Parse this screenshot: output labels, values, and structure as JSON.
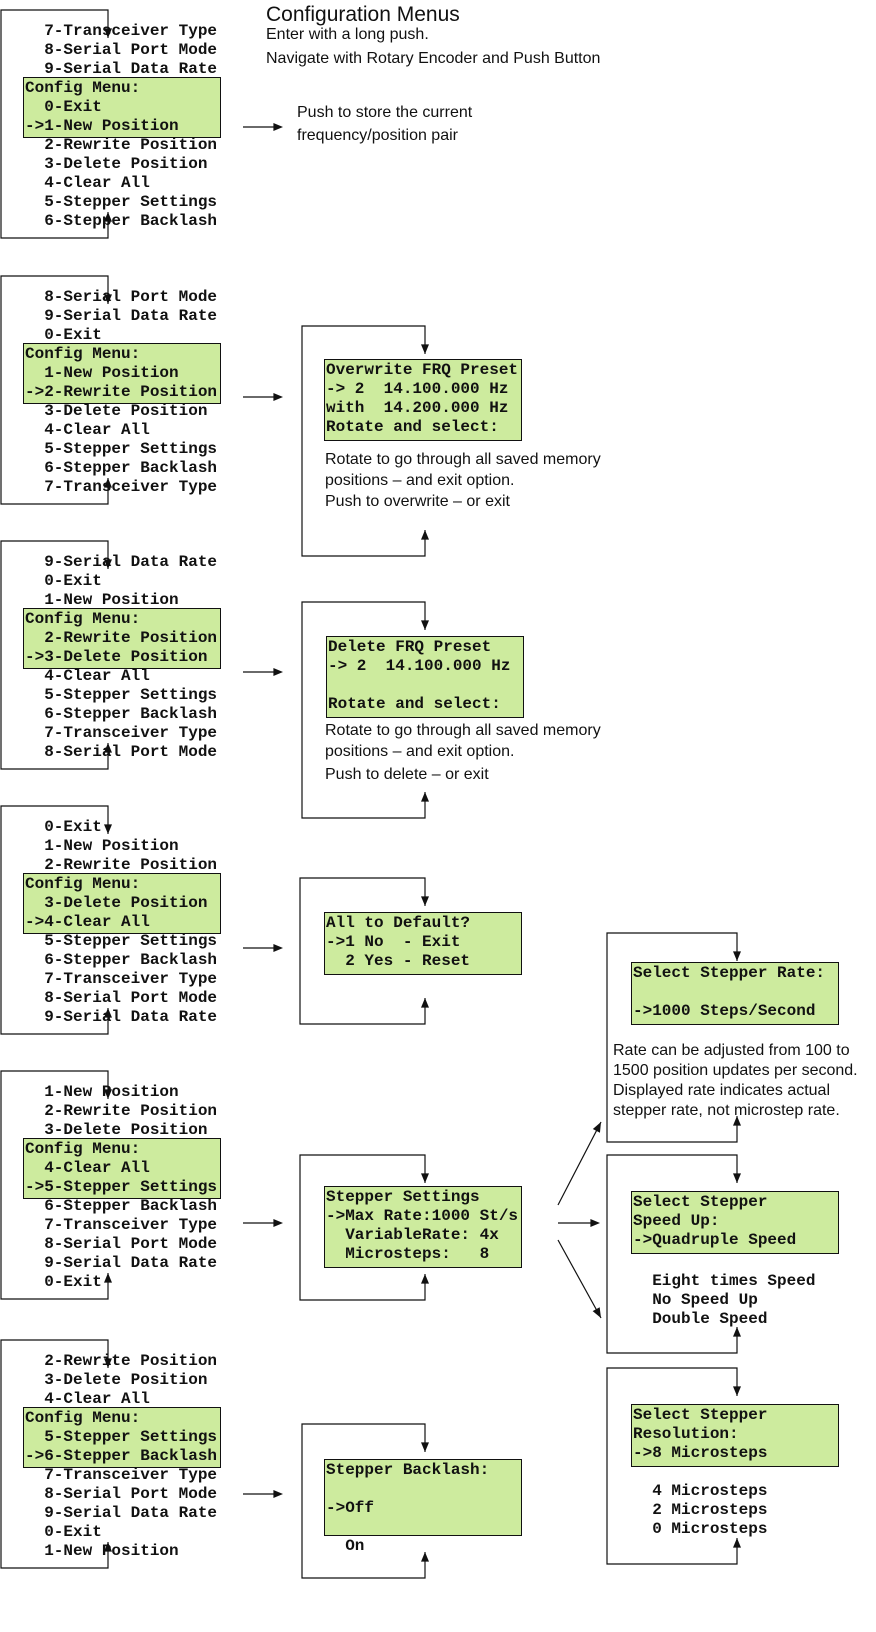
{
  "header": {
    "title": "Configuration Menus",
    "line1": "Enter with a long push.",
    "line2": "Navigate with Rotary Encoder and Push Button"
  },
  "lcd_color": "#cdeb9e",
  "menus": [
    {
      "lines": [
        "  7-Transceiver Type",
        "  8-Serial Port Mode",
        "  9-Serial Data Rate",
        "Config Menu:",
        "  0-Exit",
        "->1-New Position",
        "  2-Rewrite Position",
        "  3-Delete Position",
        "  4-Clear All",
        "  5-Stepper Settings",
        "  6-Stepper Backlash"
      ]
    },
    {
      "lines": [
        "  8-Serial Port Mode",
        "  9-Serial Data Rate",
        "  0-Exit",
        "Config Menu:",
        "  1-New Position",
        "->2-Rewrite Position",
        "  3-Delete Position",
        "  4-Clear All",
        "  5-Stepper Settings",
        "  6-Stepper Backlash",
        "  7-Transceiver Type"
      ]
    },
    {
      "lines": [
        "  9-Serial Data Rate",
        "  0-Exit",
        "  1-New Position",
        "Config Menu:",
        "  2-Rewrite Position",
        "->3-Delete Position",
        "  4-Clear All",
        "  5-Stepper Settings",
        "  6-Stepper Backlash",
        "  7-Transceiver Type",
        "  8-Serial Port Mode"
      ]
    },
    {
      "lines": [
        "  0-Exit",
        "  1-New Position",
        "  2-Rewrite Position",
        "Config Menu:",
        "  3-Delete Position",
        "->4-Clear All",
        "  5-Stepper Settings",
        "  6-Stepper Backlash",
        "  7-Transceiver Type",
        "  8-Serial Port Mode",
        "  9-Serial Data Rate"
      ]
    },
    {
      "lines": [
        "  1-New Position",
        "  2-Rewrite Position",
        "  3-Delete Position",
        "Config Menu:",
        "  4-Clear All",
        "->5-Stepper Settings",
        "  6-Stepper Backlash",
        "  7-Transceiver Type",
        "  8-Serial Port Mode",
        "  9-Serial Data Rate",
        "  0-Exit"
      ]
    },
    {
      "lines": [
        "  2-Rewrite Position",
        "  3-Delete Position",
        "  4-Clear All",
        "Config Menu:",
        "  5-Stepper Settings",
        "->6-Stepper Backlash",
        "  7-Transceiver Type",
        "  8-Serial Port Mode",
        "  9-Serial Data Rate",
        "  0-Exit",
        "  1-New Position"
      ]
    }
  ],
  "new_position": {
    "desc": [
      "Push to store the current",
      "frequency/position pair"
    ]
  },
  "overwrite": {
    "lcd": [
      "Overwrite FRQ Preset",
      "-> 2  14.100.000 Hz",
      "with  14.200.000 Hz",
      "Rotate and select:"
    ],
    "desc": [
      "Rotate to go through all saved memory",
      "positions – and exit option.",
      "Push to overwrite – or exit"
    ]
  },
  "delete": {
    "lcd": [
      "Delete FRQ Preset",
      "-> 2  14.100.000 Hz",
      "",
      "Rotate and select:"
    ],
    "desc": [
      "Rotate to go through all saved memory",
      "positions – and exit option.",
      "Push to delete – or exit"
    ]
  },
  "clear_all": {
    "lcd": [
      "All to Default?",
      "->1 No  - Exit",
      "  2 Yes - Reset"
    ]
  },
  "stepper_settings": {
    "lcd": [
      "Stepper Settings",
      "->Max Rate:1000 St/s",
      "  VariableRate: 4x",
      "  Microsteps:   8"
    ]
  },
  "stepper_rate": {
    "lcd": [
      "Select Stepper Rate:",
      "",
      "->1000 Steps/Second"
    ],
    "desc": [
      "Rate can be adjusted from 100 to",
      "1500 position updates per second.",
      "Displayed rate indicates actual",
      "stepper rate, not microstep rate."
    ]
  },
  "speed_up": {
    "lcd": [
      "Select Stepper",
      "Speed Up:",
      "->Quadruple Speed"
    ],
    "extra": [
      "  Eight times Speed",
      "  No Speed Up",
      "  Double Speed"
    ]
  },
  "resolution": {
    "lcd": [
      "Select Stepper",
      "Resolution:",
      "->8 Microsteps"
    ],
    "extra": [
      "  4 Microsteps",
      "  2 Microsteps",
      "  0 Microsteps"
    ]
  },
  "backlash": {
    "lcd": [
      "Stepper Backlash:",
      "",
      "->Off"
    ],
    "extra": [
      "  On"
    ]
  }
}
